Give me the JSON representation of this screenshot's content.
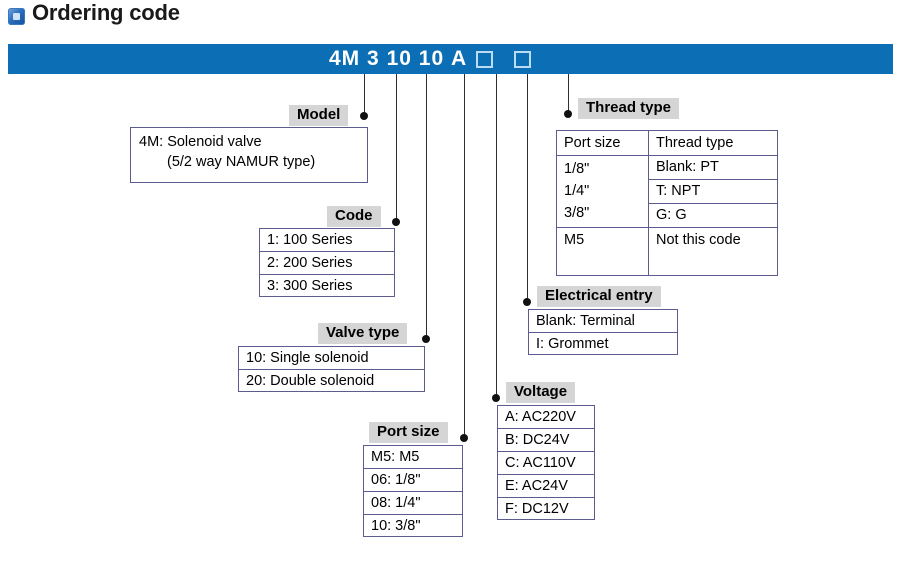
{
  "header": {
    "icon": "blue-square-bullet-icon",
    "title": "Ordering code"
  },
  "code_bar": {
    "color": "#0c6eb4",
    "segments": [
      "4M",
      "3",
      "10",
      "10",
      "A"
    ],
    "empty_boxes": 2,
    "full_code": "4M 3 10 10 A □ □"
  },
  "sections": {
    "model": {
      "label": "Model",
      "line1": "4M: Solenoid valve",
      "line2": "(5/2 way NAMUR type)"
    },
    "code": {
      "label": "Code",
      "options": [
        "1: 100 Series",
        "2: 200 Series",
        "3: 300 Series"
      ]
    },
    "valve_type": {
      "label": "Valve type",
      "options": [
        "10: Single solenoid",
        "20: Double solenoid"
      ]
    },
    "port_size": {
      "label": "Port size",
      "options": [
        "M5: M5",
        "06: 1/8\"",
        "08: 1/4\"",
        "10: 3/8\""
      ]
    },
    "voltage": {
      "label": "Voltage",
      "options": [
        "A: AC220V",
        "B: DC24V",
        "C: AC110V",
        "E: AC24V",
        "F: DC12V"
      ]
    },
    "electrical_entry": {
      "label": "Electrical entry",
      "options": [
        "Blank: Terminal",
        "I: Grommet"
      ]
    },
    "thread_type": {
      "label": "Thread type",
      "headers": [
        "Port size",
        "Thread type"
      ],
      "merged_port_sizes": [
        "1/8\"",
        "1/4\"",
        "3/8\""
      ],
      "thread_options": [
        "Blank: PT",
        "T: NPT",
        "G: G"
      ],
      "last_row": {
        "port_size": "M5",
        "thread_type": "Not this code"
      }
    }
  },
  "colors": {
    "bar_blue": "#0c6eb4",
    "tag_gray": "#d5d5d5",
    "box_border": "#5b5b8e",
    "leader_line": "#2f2f2f"
  }
}
